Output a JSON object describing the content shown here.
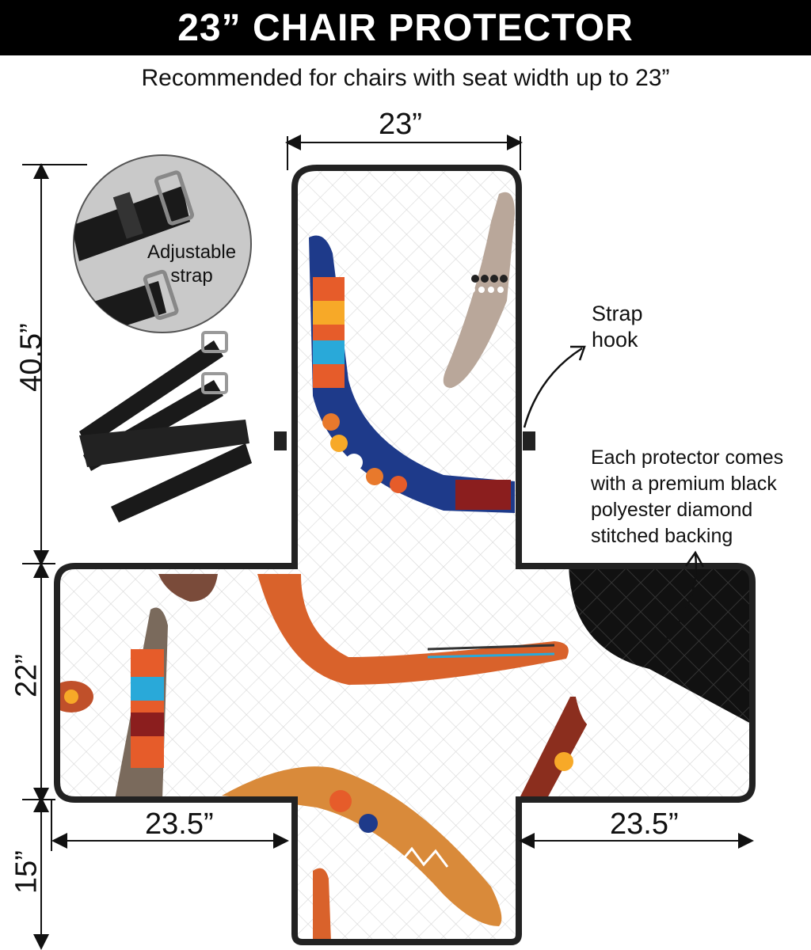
{
  "title": "23” CHAIR PROTECTOR",
  "subtitle": "Recommended for chairs with seat width up to 23”",
  "dimensions": {
    "top_width": "23”",
    "back_height": "40.5”",
    "seat_height": "22”",
    "front_height": "15”",
    "left_arm_width": "23.5”",
    "right_arm_width": "23.5”"
  },
  "callouts": {
    "strap_label_line1": "Adjustable",
    "strap_label_line2": "strap",
    "strap_hook_line1": "Strap",
    "strap_hook_line2": "hook",
    "backing_lines": [
      "Each protector comes",
      "with a premium black",
      "polyester diamond",
      "stitched backing"
    ]
  },
  "colors": {
    "banner": "#000000",
    "outline": "#222222",
    "quilt": "#ffffff",
    "backing": "#111111",
    "boomerang_blue": "#1e3a8a",
    "boomerang_orange": "#d9622b",
    "boomerang_tan": "#b9a79a",
    "boomerang_brown": "#7a6a5c"
  }
}
